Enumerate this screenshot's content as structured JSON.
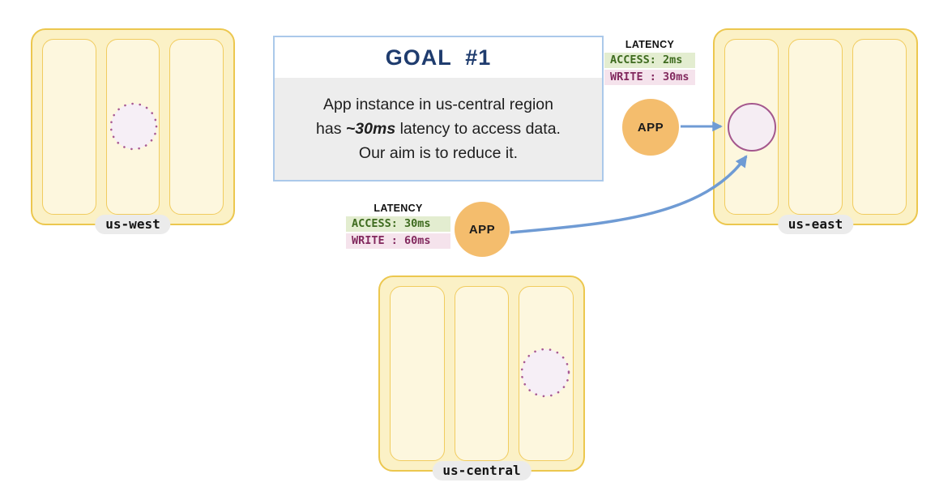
{
  "goal": {
    "title": "GOAL  #1",
    "line1": "App instance in us-central region",
    "line2_pre": "has ",
    "line2_em": "~30ms",
    "line2_post": " latency to access data.",
    "line3": "Our aim is to reduce it."
  },
  "regions": {
    "us_west": {
      "label": "us-west"
    },
    "us_east": {
      "label": "us-east"
    },
    "us_central": {
      "label": "us-central"
    }
  },
  "latency_us_east_app": {
    "title": "LATENCY",
    "access": "ACCESS: 2ms",
    "write": "WRITE : 30ms"
  },
  "latency_us_central_app": {
    "title": "LATENCY",
    "access": "ACCESS: 30ms",
    "write": "WRITE : 60ms"
  },
  "apps": {
    "us_east": {
      "label": "APP"
    },
    "us_central": {
      "label": "APP"
    }
  },
  "colors": {
    "region_fill": "#fbf1c6",
    "region_border": "#ecc74e",
    "zone_fill": "#fdf7de",
    "goal_border": "#abc9ea",
    "goal_title_text": "#1f3c6e",
    "goal_body_bg": "#ededed",
    "app_fill": "#f4bd6d",
    "arrow_blue": "#6f9bd4",
    "data_node_fill": "#f5edf3",
    "data_node_border": "#a4578d",
    "access_badge_bg": "#e3edd0",
    "access_badge_text": "#3e6b1f",
    "write_badge_bg": "#f5e3ec",
    "write_badge_text": "#82295e",
    "region_label_pill_bg": "#ebebeb"
  }
}
